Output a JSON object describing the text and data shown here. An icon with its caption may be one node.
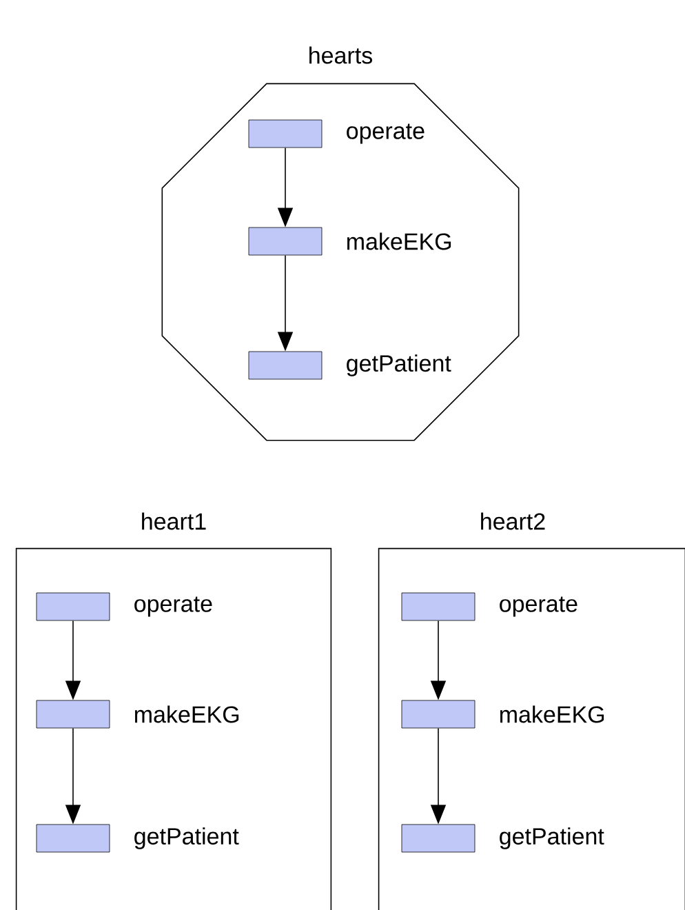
{
  "diagram": {
    "nodes": [
      {
        "text": [
          "hearts"
        ]
      },
      {
        "text": [],
        "shape": "box",
        "beside": [
          "operate"
        ],
        "in": 0
      },
      {
        "text": [],
        "shape": "box",
        "beside": [
          "makeEKG"
        ],
        "in": 0
      },
      {
        "text": [],
        "shape": "box",
        "beside": [
          "getPatient"
        ],
        "in": 0
      },
      {
        "text": [
          "heart1"
        ]
      },
      {
        "text": [],
        "shape": "box",
        "beside": [
          "operate"
        ],
        "in": 4
      },
      {
        "text": [],
        "shape": "box",
        "beside": [
          "makeEKG"
        ],
        "in": 4
      },
      {
        "text": [],
        "shape": "box",
        "beside": [
          "getPatient"
        ],
        "in": 4
      },
      {
        "text": [
          "heart2"
        ]
      },
      {
        "text": [],
        "shape": "box",
        "beside": [
          "operate"
        ],
        "in": 8
      },
      {
        "text": [],
        "shape": "box",
        "beside": [
          "makeEKG"
        ],
        "in": 8
      },
      {
        "text": [],
        "shape": "box",
        "beside": [
          "getPatient"
        ],
        "in": 8
      }
    ],
    "edges": [
      {
        "from": 1,
        "to": 2,
        "arrow": "to"
      },
      {
        "from": 2,
        "to": 3,
        "arrow": "to"
      },
      {
        "from": 5,
        "to": 6,
        "arrow": "to"
      },
      {
        "from": 6,
        "to": 7,
        "arrow": "to"
      },
      {
        "from": 9,
        "to": 10,
        "arrow": "to"
      },
      {
        "from": 10,
        "to": 11,
        "arrow": "to"
      }
    ]
  }
}
